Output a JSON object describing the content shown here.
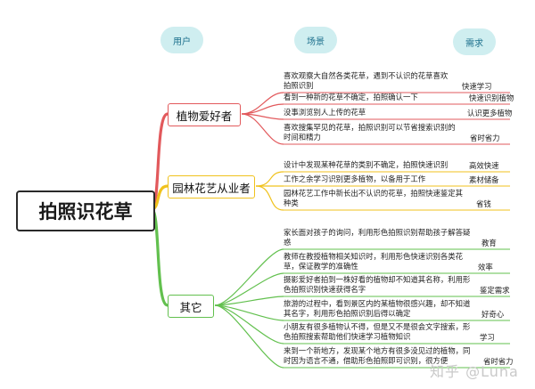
{
  "headers": {
    "user": "用户",
    "scene": "场景",
    "need": "需求"
  },
  "root": "拍照识花草",
  "categories": [
    {
      "label": "植物爱好者",
      "color": "#e2595c",
      "items": [
        {
          "lines": [
            "喜欢观察大自然各类花草，遇到不认识的花草喜欢",
            "拍照识别"
          ],
          "need": "快速学习"
        },
        {
          "lines": [
            "看到一种新的花草不确定，拍照确认一下"
          ],
          "need": "快速识别植物"
        },
        {
          "lines": [
            "没事浏览别人上传的花草"
          ],
          "need": "认识更多植物"
        },
        {
          "lines": [
            "喜欢搜集罕见的花草，拍照识别可以节省搜索识别的",
            "时间和精力"
          ],
          "need": "省时省力"
        }
      ]
    },
    {
      "label": "园林花艺从业者",
      "color": "#f0c21d",
      "items": [
        {
          "lines": [
            "设计中发现某种花草的类别不确定，拍照快速识别"
          ],
          "need": "高效快速"
        },
        {
          "lines": [
            "工作之余学习识别更多植物，以备用于工作"
          ],
          "need": "素材储备"
        },
        {
          "lines": [
            "园林花艺工作中新长出不认识的花草，拍照快速鉴定其",
            "种类"
          ],
          "need": "省钱"
        }
      ]
    },
    {
      "label": "其它",
      "color": "#62c04e",
      "items": [
        {
          "lines": [
            "家长面对孩子的询问，利用形色拍照识别帮助孩子解答疑",
            "惑"
          ],
          "need": "教育"
        },
        {
          "lines": [
            "教师在教授植物相关知识时，利用形色快速识别各类花",
            "草，保证教学的准确性"
          ],
          "need": "效率"
        },
        {
          "lines": [
            "摄影爱好者拍到一株好看的植物却不知道其名称，利用形",
            "色拍照识别快速获得名字"
          ],
          "need": "鉴定需求"
        },
        {
          "lines": [
            "旅游的过程中，看到景区内的某植物很感兴趣，却不知道",
            "其名字，利用形色拍照识别后得以确定"
          ],
          "need": "好奇心"
        },
        {
          "lines": [
            "小朋友有很多植物认不得，但是又不是很会文字搜索，形",
            "色拍照搜索帮助他们快速学习植物知识"
          ],
          "need": "学习"
        },
        {
          "lines": [
            "来到一个新地方，发现某个地方有很多没见过的植物，同",
            "时因为语言不通，借助形色拍照即可识别，很方便"
          ],
          "need": "省时省力"
        }
      ]
    }
  ],
  "watermark": "知乎 @Luna"
}
